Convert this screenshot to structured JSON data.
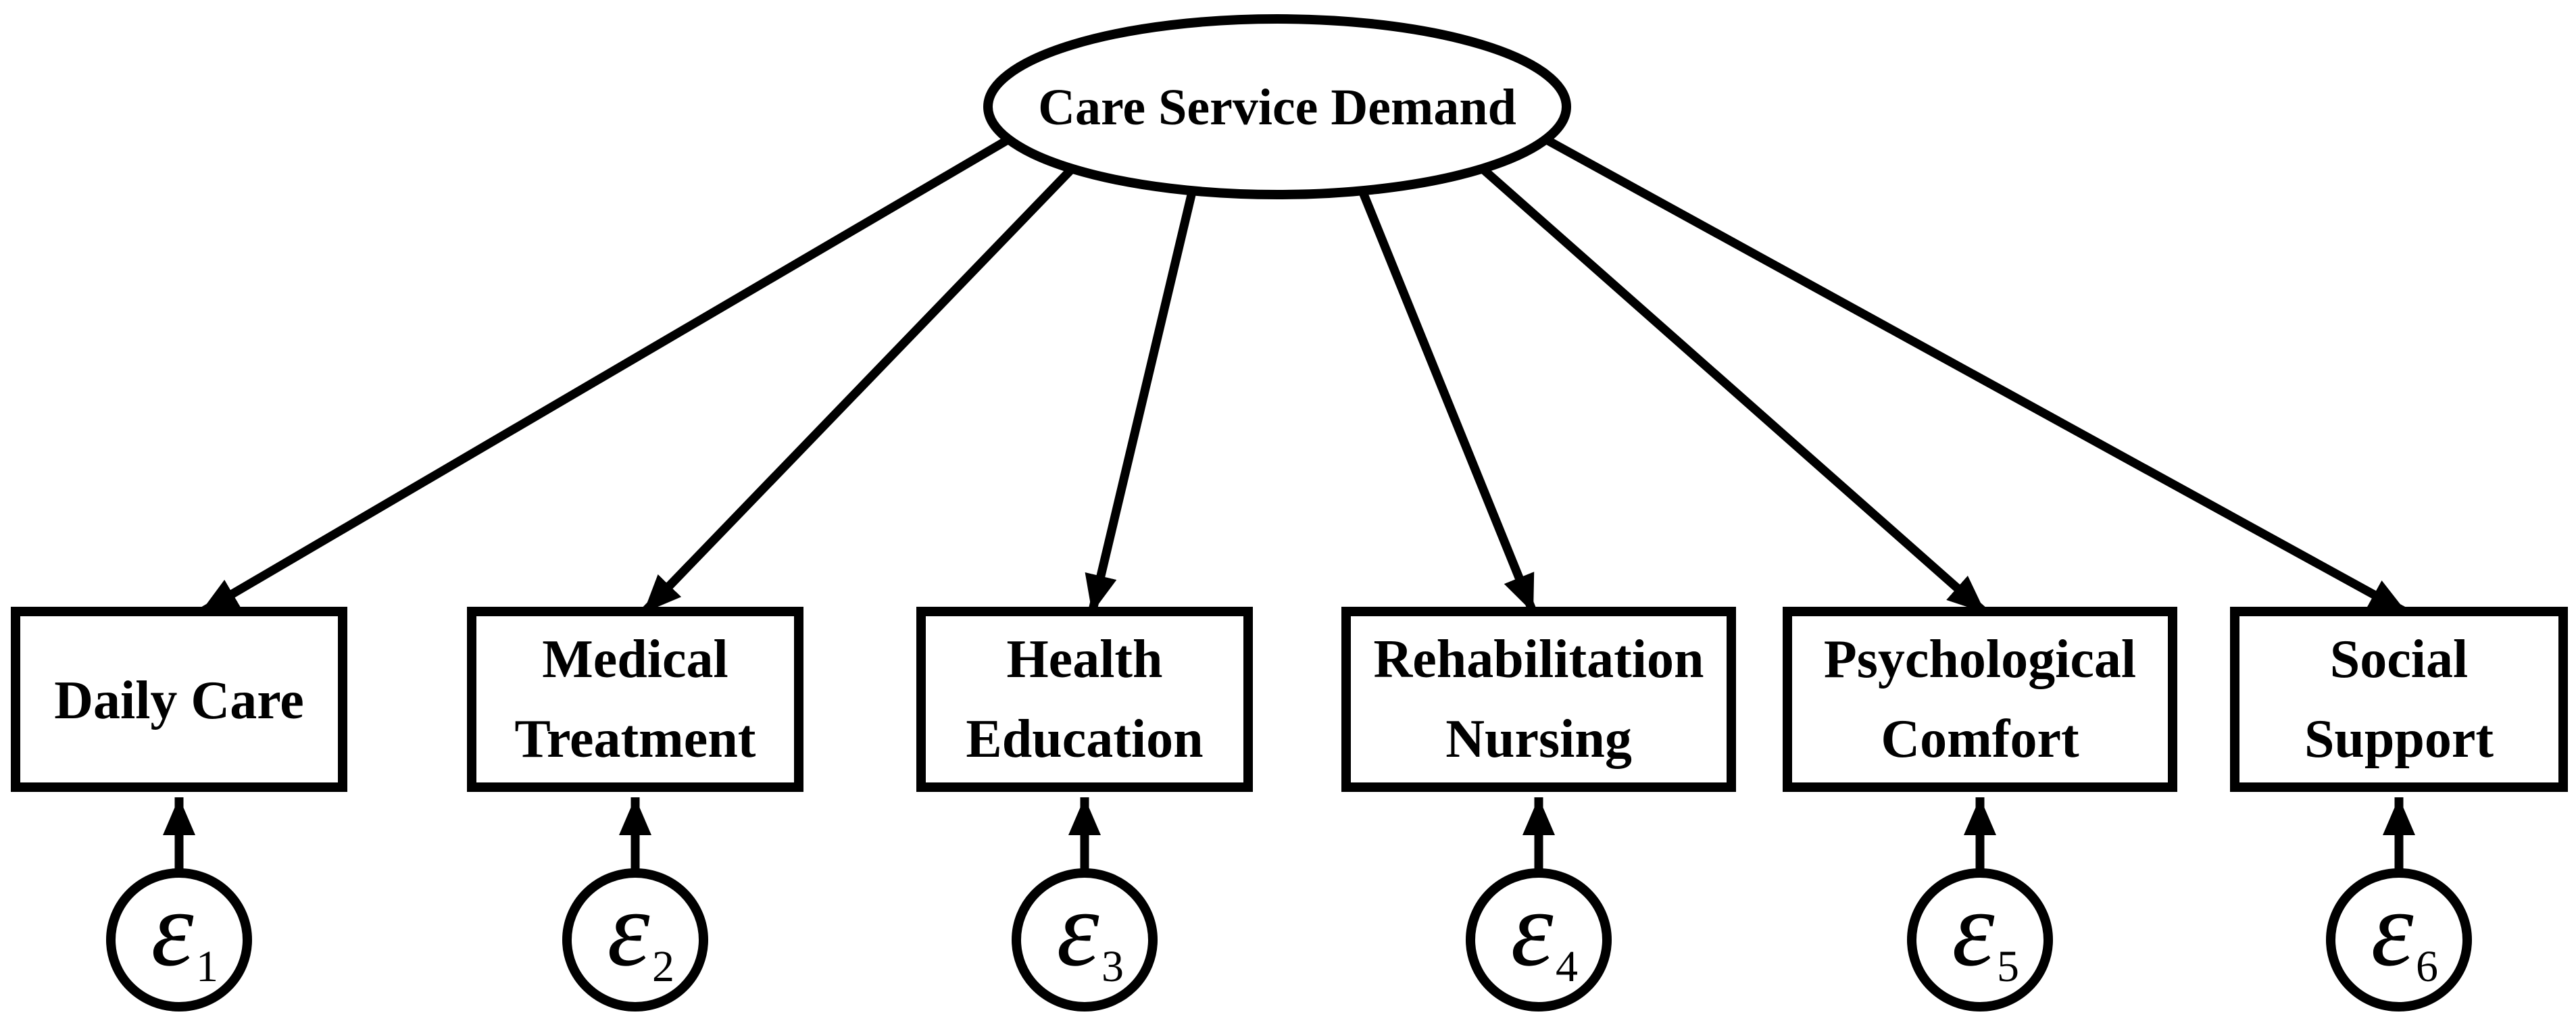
{
  "latent": {
    "label": "Care Service Demand"
  },
  "indicators": [
    {
      "lines": [
        "Daily Care"
      ]
    },
    {
      "lines": [
        "Medical",
        "Treatment"
      ]
    },
    {
      "lines": [
        "Health",
        "Education"
      ]
    },
    {
      "lines": [
        "Rehabilitation",
        "Nursing"
      ]
    },
    {
      "lines": [
        "Psychological",
        "Comfort"
      ]
    },
    {
      "lines": [
        "Social",
        "Support"
      ]
    }
  ],
  "errors": [
    {
      "symbol": "ε",
      "sub": "1"
    },
    {
      "symbol": "ε",
      "sub": "2"
    },
    {
      "symbol": "ε",
      "sub": "3"
    },
    {
      "symbol": "ε",
      "sub": "4"
    },
    {
      "symbol": "ε",
      "sub": "5"
    },
    {
      "symbol": "ε",
      "sub": "6"
    }
  ],
  "edges": {
    "loadings": [
      {
        "from": "Care Service Demand",
        "to": "Daily Care"
      },
      {
        "from": "Care Service Demand",
        "to": "Medical Treatment"
      },
      {
        "from": "Care Service Demand",
        "to": "Health Education"
      },
      {
        "from": "Care Service Demand",
        "to": "Rehabilitation Nursing"
      },
      {
        "from": "Care Service Demand",
        "to": "Psychological Comfort"
      },
      {
        "from": "Care Service Demand",
        "to": "Social Support"
      }
    ],
    "error_arrows": [
      {
        "from": "ε1",
        "to": "Daily Care"
      },
      {
        "from": "ε2",
        "to": "Medical Treatment"
      },
      {
        "from": "ε3",
        "to": "Health Education"
      },
      {
        "from": "ε4",
        "to": "Rehabilitation Nursing"
      },
      {
        "from": "ε5",
        "to": "Psychological Comfort"
      },
      {
        "from": "ε6",
        "to": "Social Support"
      }
    ]
  },
  "colors": {
    "line": "#000000",
    "node_fill": "#ffffff",
    "background": "#ffffff"
  }
}
